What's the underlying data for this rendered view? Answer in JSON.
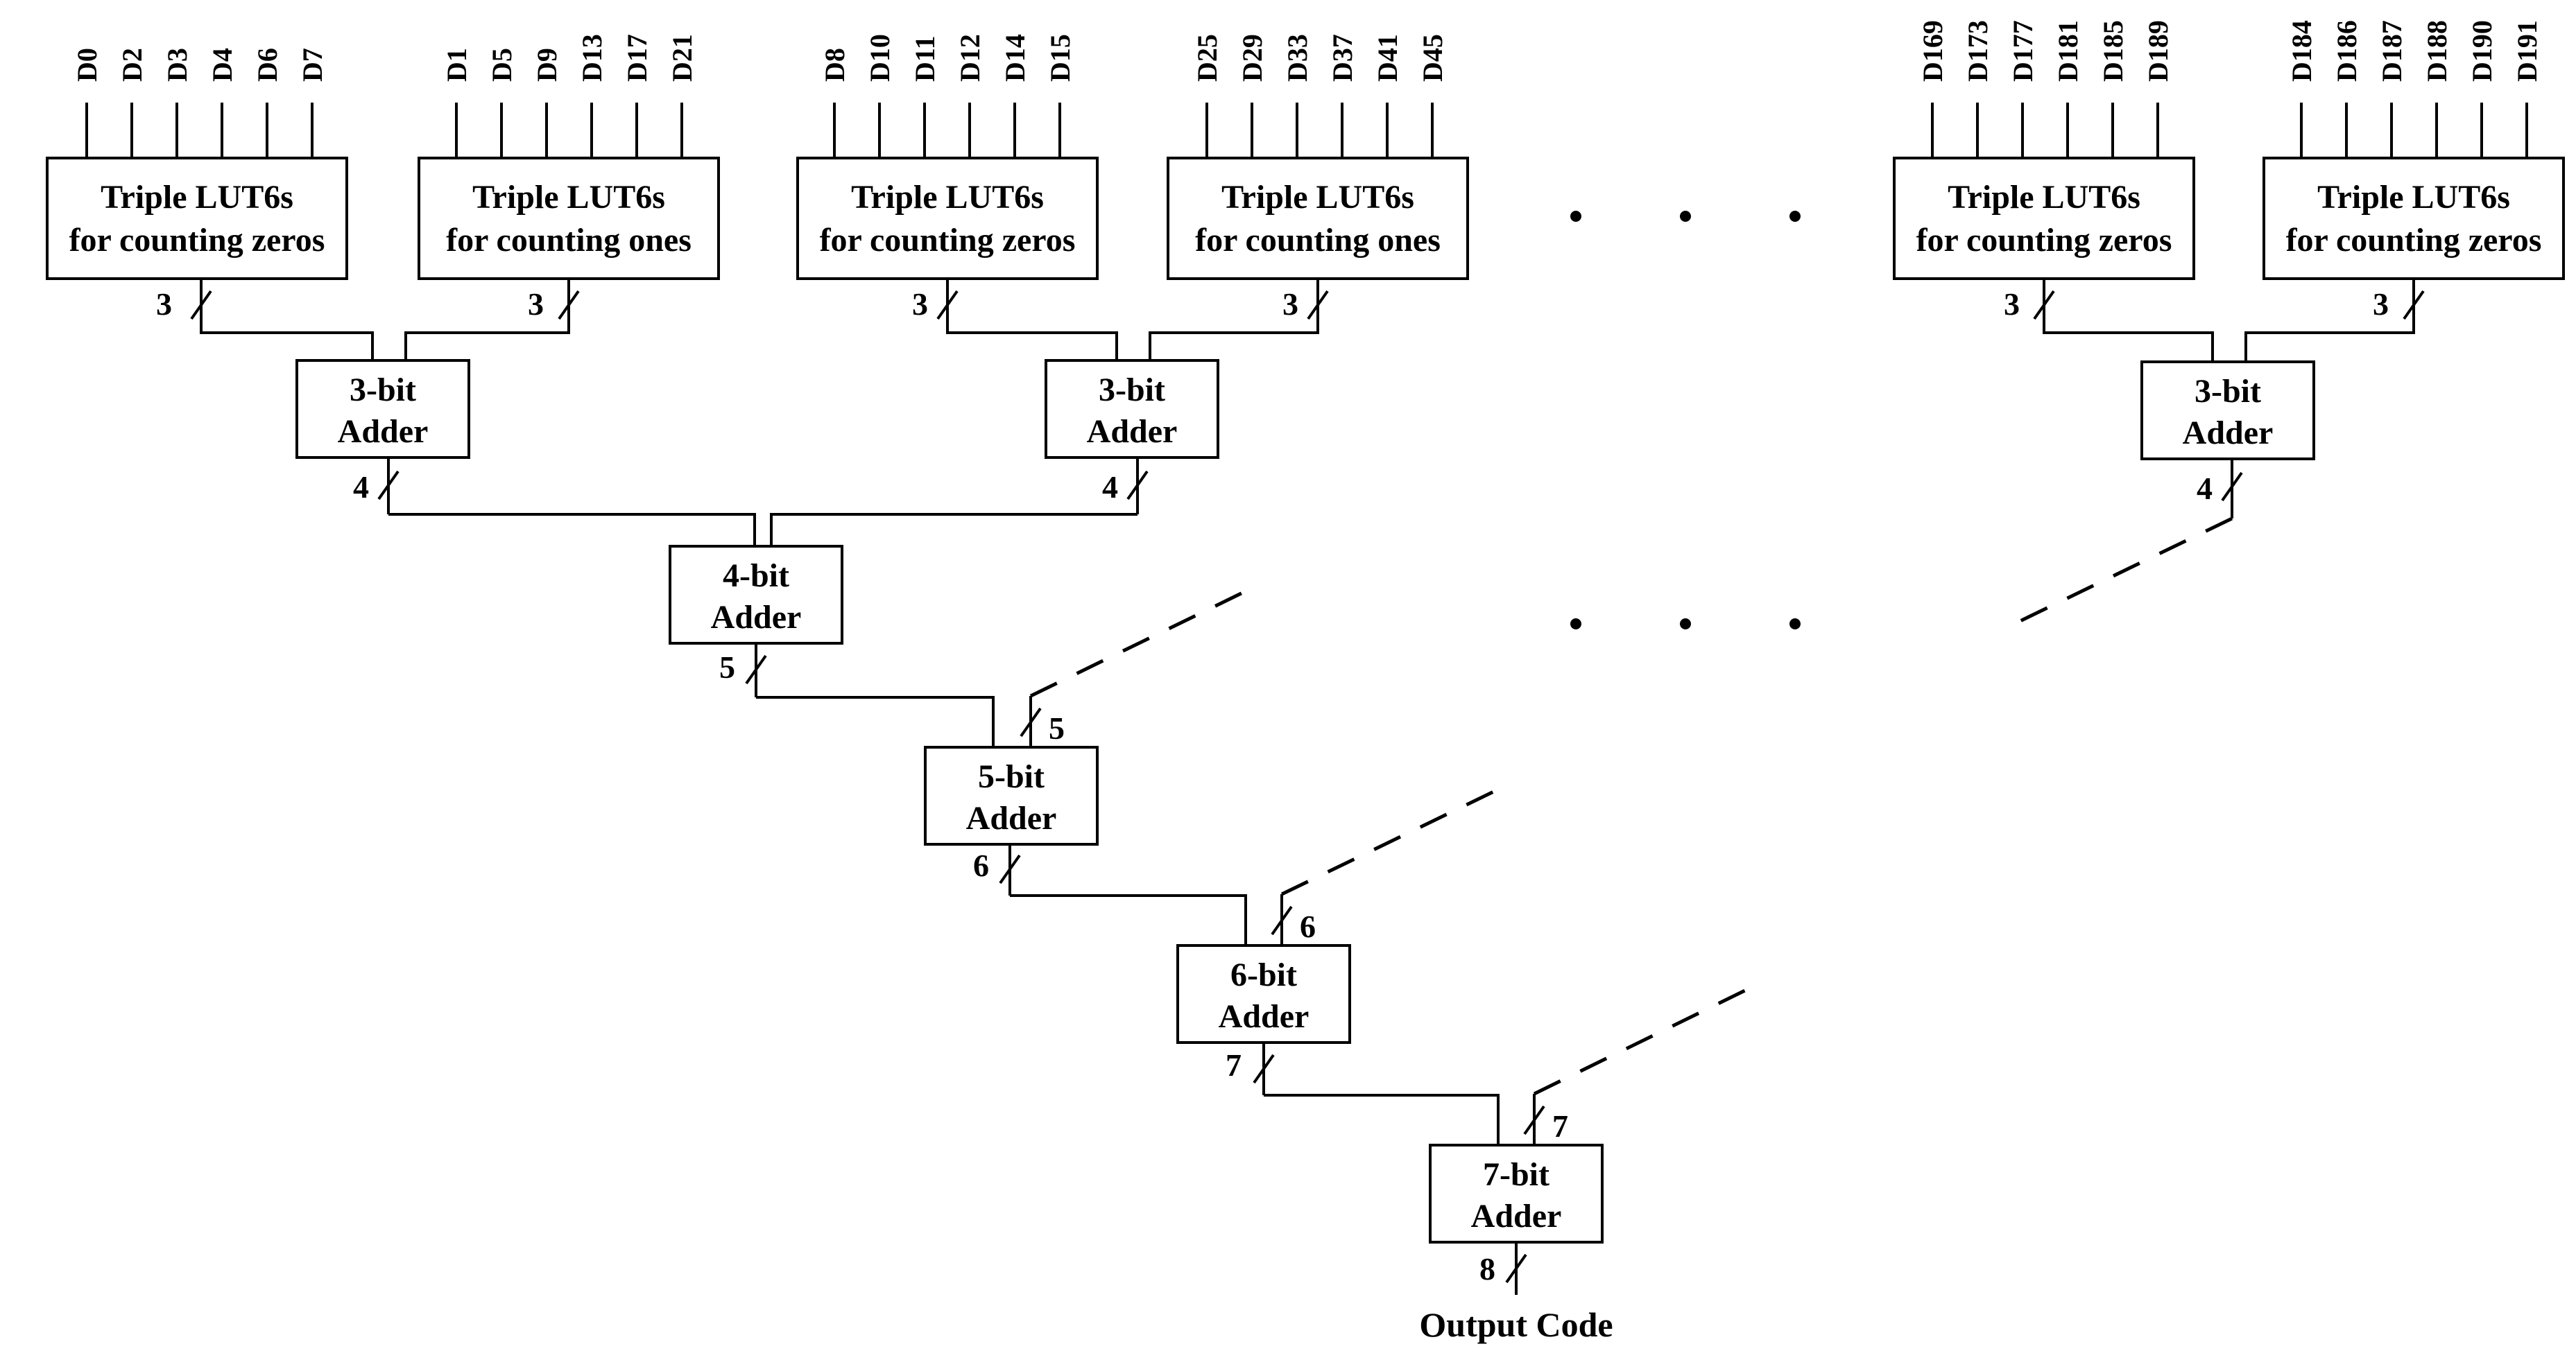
{
  "lut_units": [
    {
      "line1": "Triple LUT6s",
      "line2": "for counting zeros",
      "inputs": [
        "D0",
        "D2",
        "D3",
        "D4",
        "D6",
        "D7"
      ],
      "width": "3"
    },
    {
      "line1": "Triple LUT6s",
      "line2": "for counting ones",
      "inputs": [
        "D1",
        "D5",
        "D9",
        "D13",
        "D17",
        "D21"
      ],
      "width": "3"
    },
    {
      "line1": "Triple LUT6s",
      "line2": "for counting zeros",
      "inputs": [
        "D8",
        "D10",
        "D11",
        "D12",
        "D14",
        "D15"
      ],
      "width": "3"
    },
    {
      "line1": "Triple LUT6s",
      "line2": "for counting ones",
      "inputs": [
        "D25",
        "D29",
        "D33",
        "D37",
        "D41",
        "D45"
      ],
      "width": "3"
    },
    {
      "line1": "Triple LUT6s",
      "line2": "for counting zeros",
      "inputs": [
        "D169",
        "D173",
        "D177",
        "D181",
        "D185",
        "D189"
      ],
      "width": "3"
    },
    {
      "line1": "Triple LUT6s",
      "line2": "for counting zeros",
      "inputs": [
        "D184",
        "D186",
        "D187",
        "D188",
        "D190",
        "D191"
      ],
      "width": "3"
    }
  ],
  "adders": [
    {
      "line1": "3-bit",
      "line2": "Adder",
      "out_width": "4"
    },
    {
      "line1": "3-bit",
      "line2": "Adder",
      "out_width": "4"
    },
    {
      "line1": "3-bit",
      "line2": "Adder",
      "out_width": "4"
    },
    {
      "line1": "4-bit",
      "line2": "Adder",
      "out_width": "5"
    },
    {
      "line1": "5-bit",
      "line2": "Adder",
      "out_width": "6",
      "right_width": "5"
    },
    {
      "line1": "6-bit",
      "line2": "Adder",
      "out_width": "7",
      "right_width": "6"
    },
    {
      "line1": "7-bit",
      "line2": "Adder",
      "out_width": "8",
      "right_width": "7"
    }
  ],
  "output_label": "Output Code",
  "ellipsis": "·  ·  ·"
}
